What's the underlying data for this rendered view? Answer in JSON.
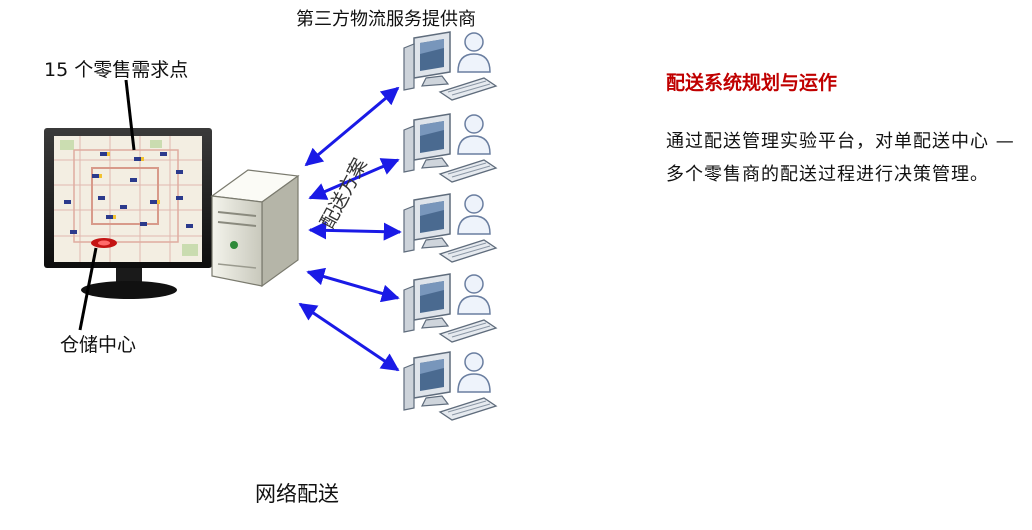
{
  "diagram": {
    "top_label": "第三方物流服务提供商",
    "retail_label": "15 个零售需求点",
    "warehouse_label": "仓储中心",
    "plan_label": "配送方案",
    "caption": "网络配送"
  },
  "panel": {
    "title": "配送系统规划与运作",
    "body": "通过配送管理实验平台，对单配送中心 — 多个零售商的配送过程进行决策管理。"
  },
  "colors": {
    "arrow": "#1a1ae6",
    "title": "#c00000"
  }
}
